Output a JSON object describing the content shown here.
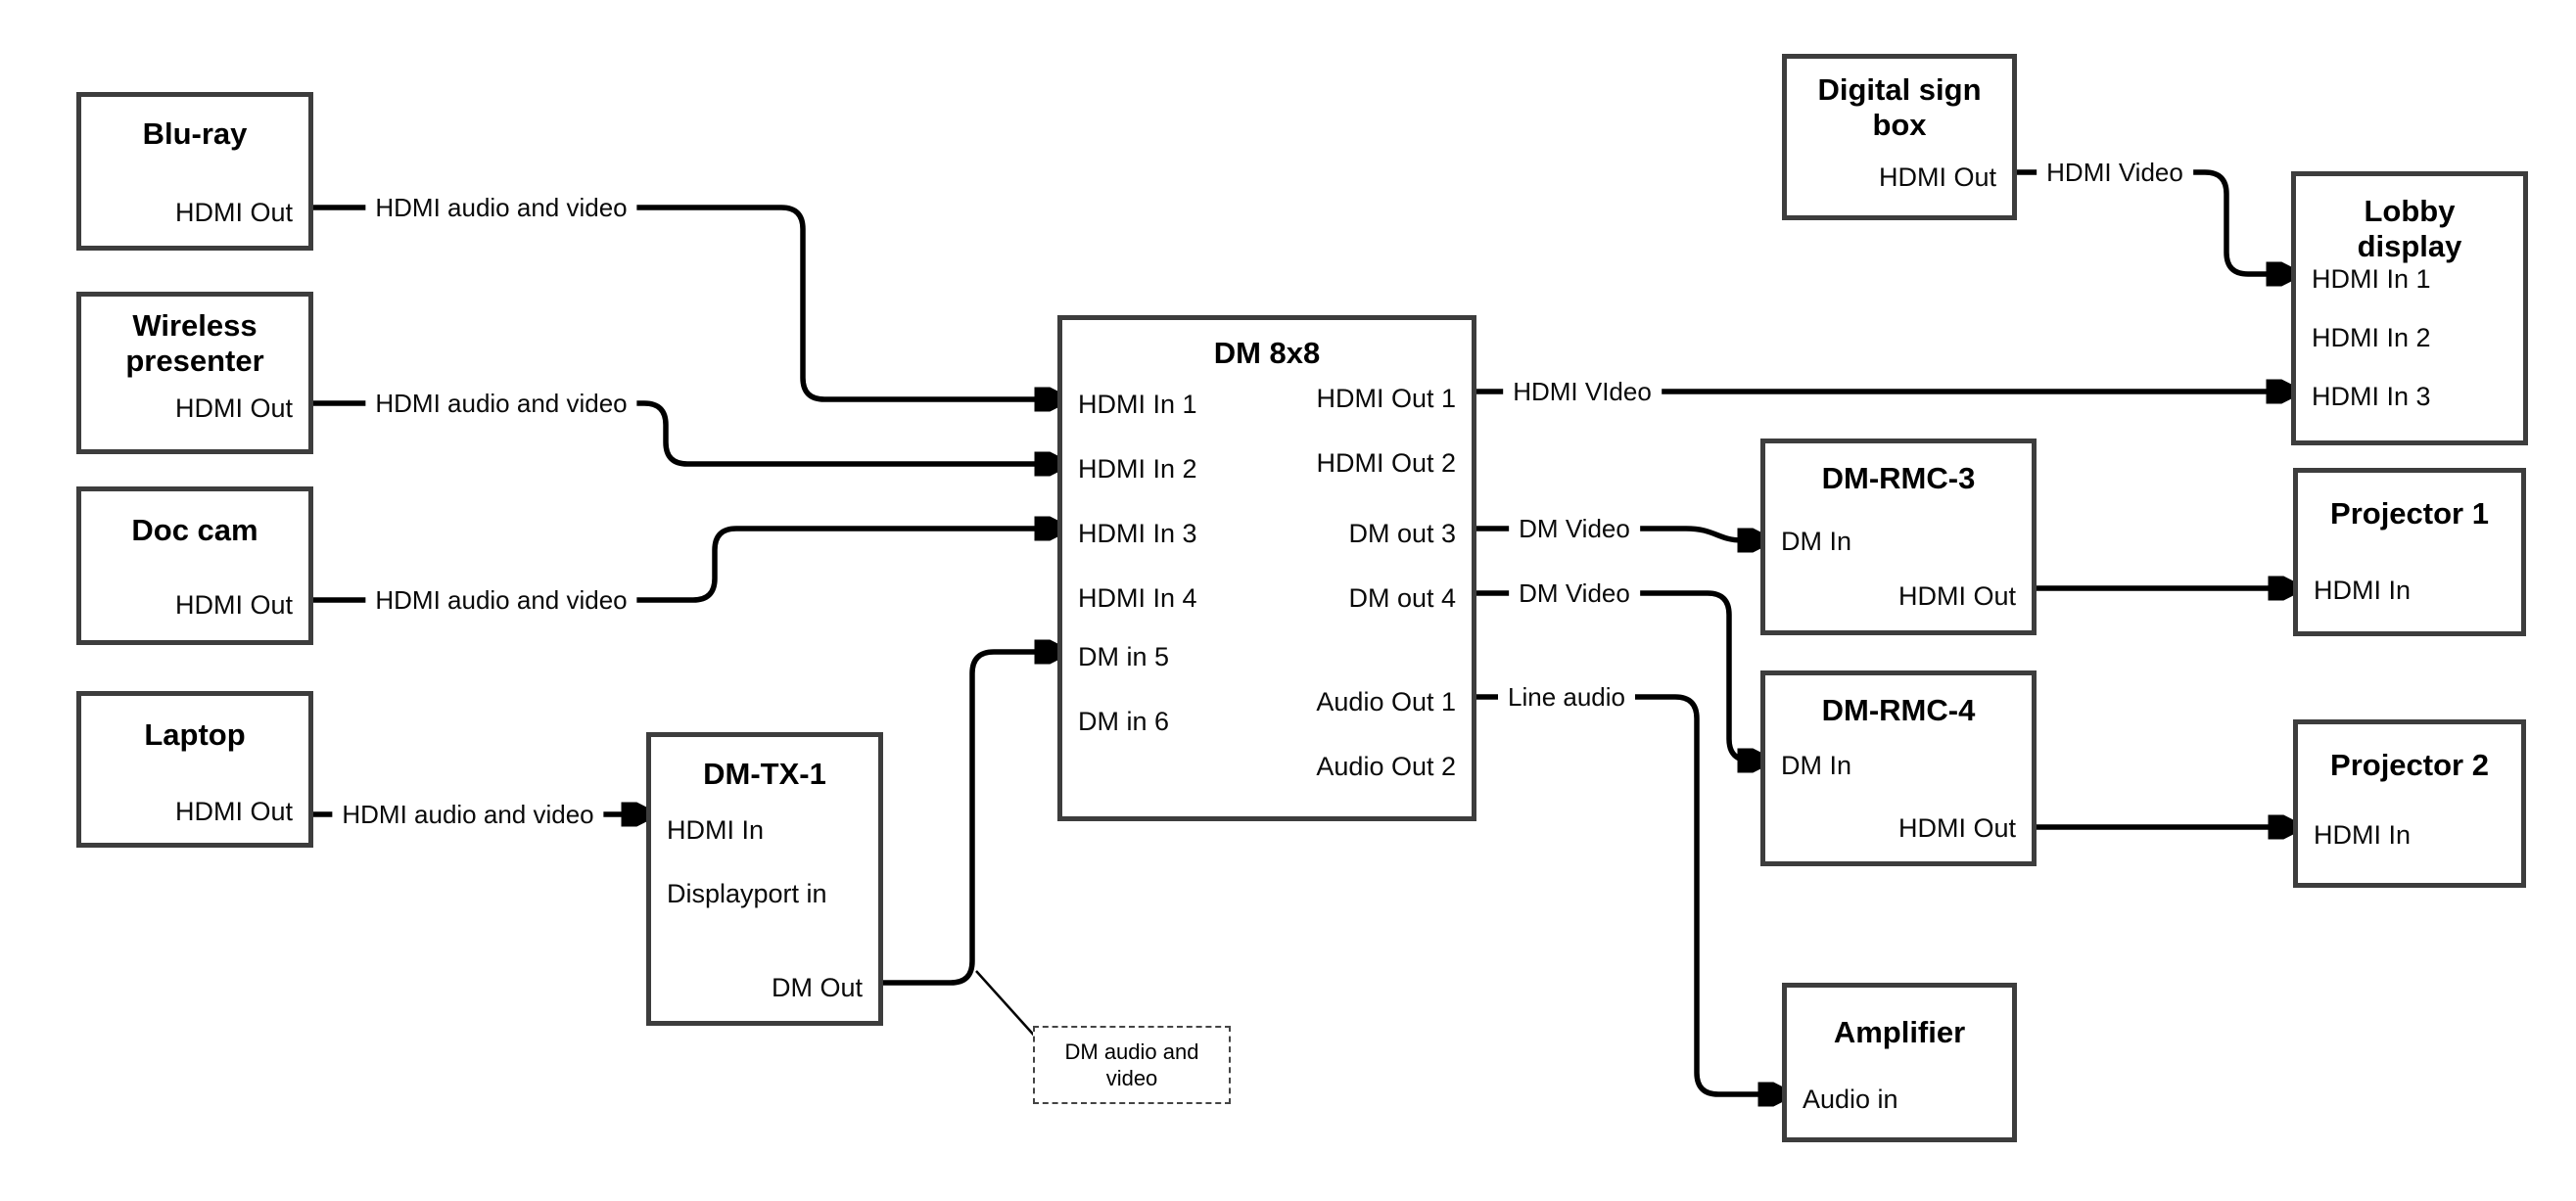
{
  "colors": {
    "background": "#ffffff",
    "wire": "#000000",
    "box_border": "#3d3d3d",
    "text": "#000000"
  },
  "nodes": {
    "bluray": {
      "title": "Blu-ray",
      "port_out": "HDMI Out"
    },
    "wireless": {
      "title": "Wireless presenter",
      "port_out": "HDMI Out"
    },
    "doccam": {
      "title": "Doc cam",
      "port_out": "HDMI Out"
    },
    "laptop": {
      "title": "Laptop",
      "port_out": "HDMI Out"
    },
    "dmtx1": {
      "title": "DM-TX-1",
      "ports": [
        "HDMI In",
        "Displayport in",
        "DM Out"
      ]
    },
    "dm8x8": {
      "title": "DM 8x8",
      "inputs": [
        "HDMI In 1",
        "HDMI In 2",
        "HDMI In 3",
        "HDMI In 4",
        "DM in 5",
        "DM in 6"
      ],
      "outputs": [
        "HDMI Out 1",
        "HDMI Out 2",
        "DM out 3",
        "DM out 4",
        "Audio Out 1",
        "Audio Out 2"
      ]
    },
    "digital_sign": {
      "title": "Digital sign box",
      "port_out": "HDMI Out"
    },
    "lobby": {
      "title": "Lobby display",
      "inputs": [
        "HDMI In 1",
        "HDMI In 2",
        "HDMI In 3"
      ]
    },
    "rmc3": {
      "title": "DM-RMC-3",
      "port_in": "DM In",
      "port_out": "HDMI Out"
    },
    "proj1": {
      "title": "Projector 1",
      "port_in": "HDMI In"
    },
    "rmc4": {
      "title": "DM-RMC-4",
      "port_in": "DM In",
      "port_out": "HDMI Out"
    },
    "proj2": {
      "title": "Projector 2",
      "port_in": "HDMI In"
    },
    "amplifier": {
      "title": "Amplifier",
      "port_in": "Audio in"
    }
  },
  "edge_labels": {
    "bluray_to_dm8x8": "HDMI audio and video",
    "wireless_to_dm8x8": "HDMI audio and video",
    "doccam_to_dm8x8": "HDMI audio and video",
    "laptop_to_dmtx1": "HDMI audio and video",
    "hdmi_out1_to_lobby": "HDMI VIdeo",
    "dm_out3_to_rmc3": "DM Video",
    "dm_out4_to_rmc4": "DM Video",
    "audio_out1_to_amp": "Line audio",
    "sign_to_lobby": "HDMI Video"
  },
  "note": {
    "text": "DM audio and video"
  }
}
